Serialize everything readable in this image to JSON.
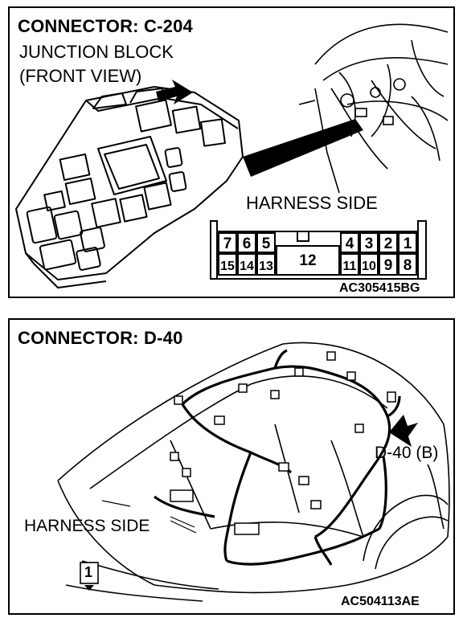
{
  "panel1": {
    "title": "CONNECTOR: C-204",
    "subtitle_line1": "JUNCTION BLOCK",
    "subtitle_line2": "(FRONT VIEW)",
    "harness_label": "HARNESS SIDE",
    "connector_pins": {
      "top_left": [
        "7",
        "6",
        "5"
      ],
      "top_right": [
        "4",
        "3",
        "2",
        "1"
      ],
      "bottom_left": [
        "15",
        "14",
        "13"
      ],
      "center": "12",
      "bottom_right": [
        "11",
        "10",
        "9",
        "8"
      ]
    },
    "code": "AC305415BG"
  },
  "panel2": {
    "title": "CONNECTOR: D-40",
    "connector_label": "D-40 (B)",
    "harness_label": "HARNESS SIDE",
    "page_tab": "1",
    "code": "AC504113AE"
  }
}
